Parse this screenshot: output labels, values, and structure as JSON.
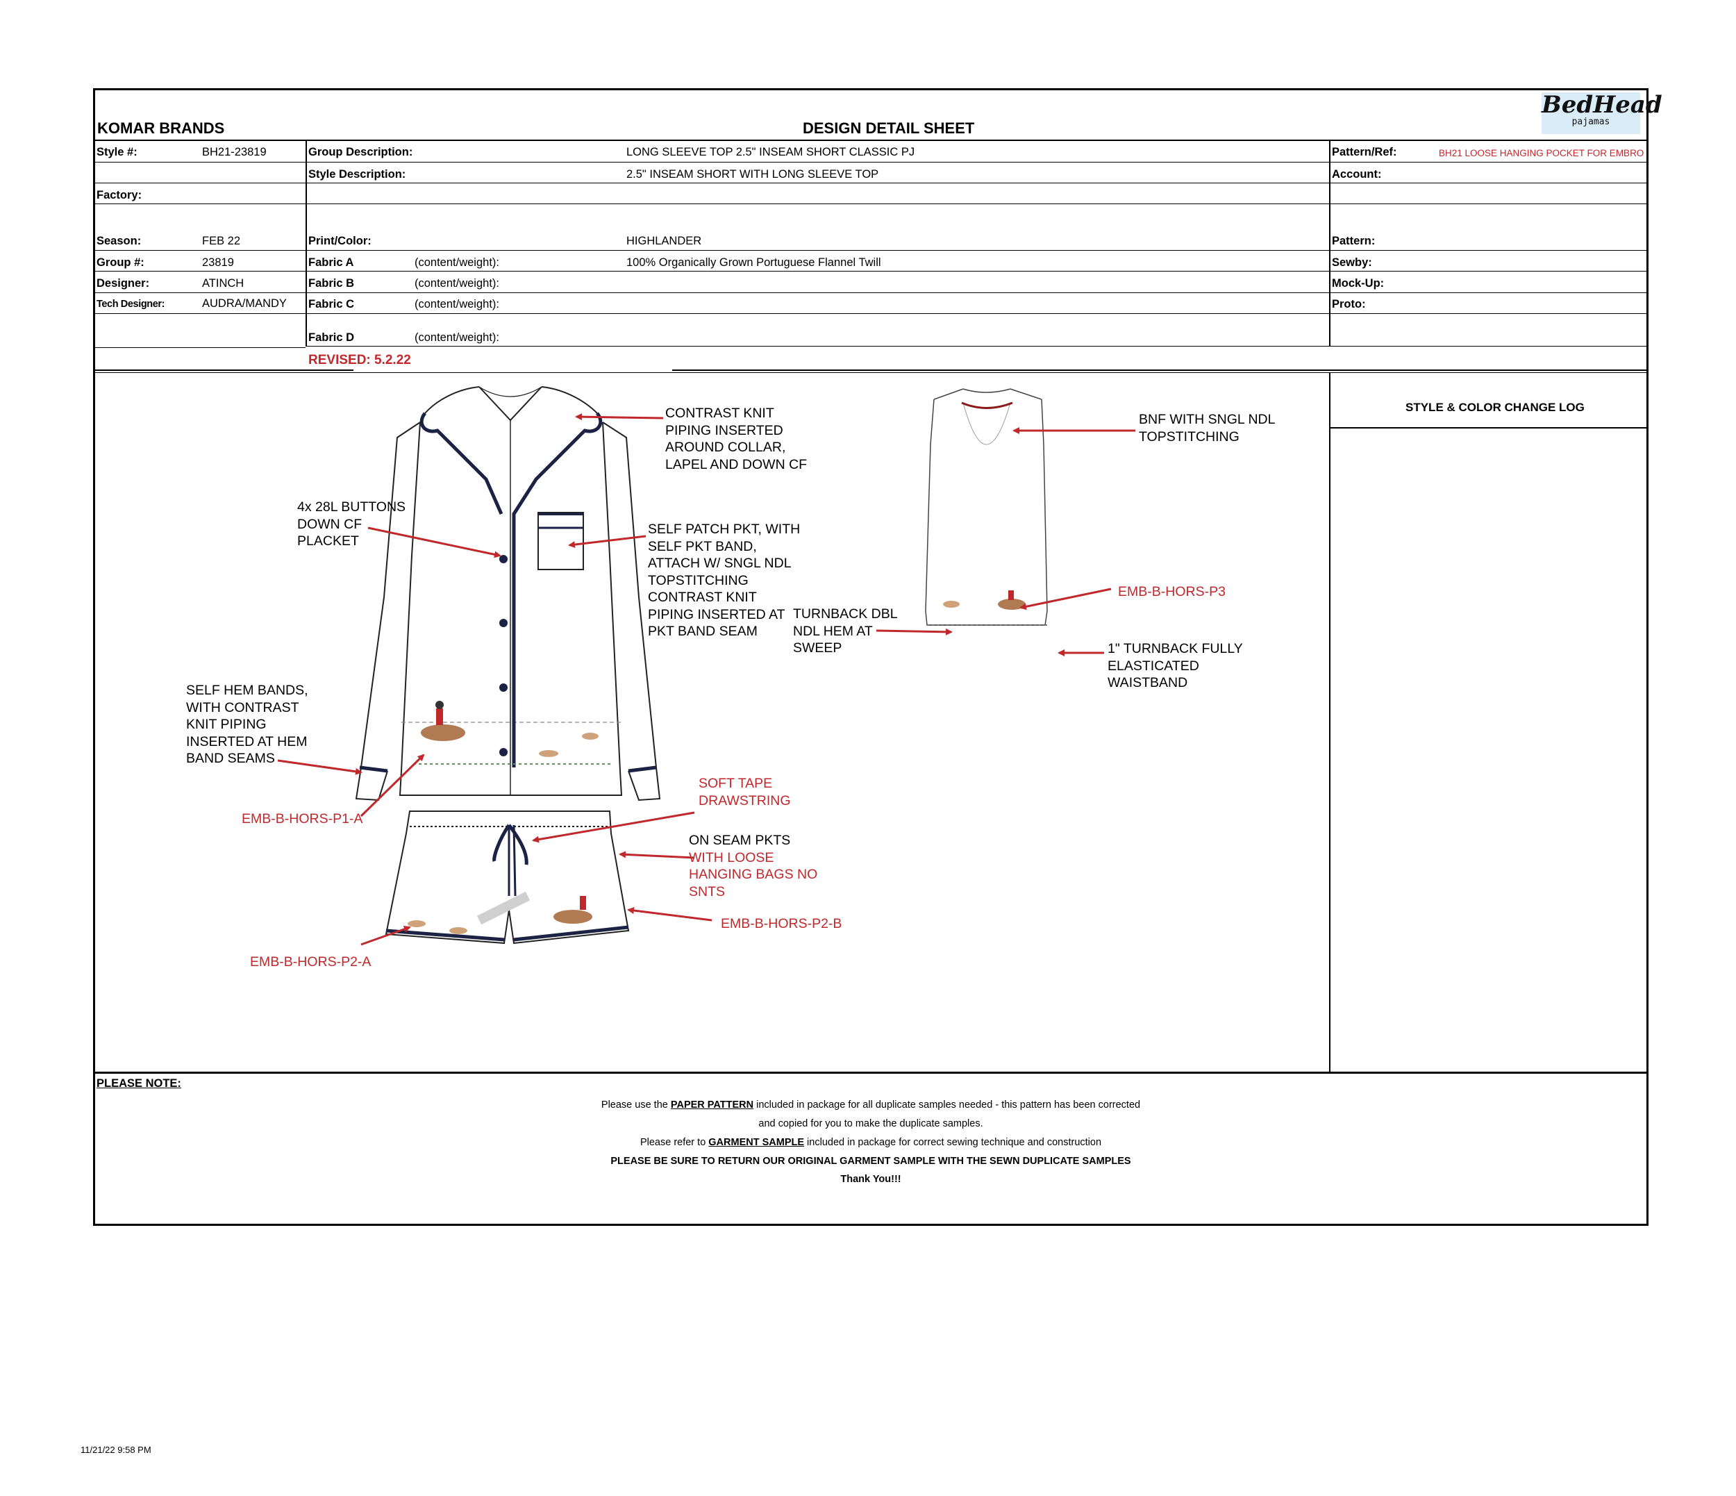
{
  "header": {
    "company": "KOMAR BRANDS",
    "title": "DESIGN DETAIL SHEET",
    "logo_text": "BedHead",
    "logo_sub": "pajamas"
  },
  "fields": {
    "style_label": "Style #:",
    "style_value": "BH21-23819",
    "group_desc_label": "Group Description:",
    "group_desc_value": "LONG SLEEVE TOP  2.5\" INSEAM SHORT CLASSIC PJ",
    "pattern_ref_label": "Pattern/Ref:",
    "pattern_ref_value": "BH21 LOOSE HANGING POCKET FOR EMBRO",
    "style_desc_label": "Style Description:",
    "style_desc_value": "2.5\" INSEAM SHORT WITH LONG SLEEVE TOP",
    "account_label": "Account:",
    "factory_label": "Factory:",
    "season_label": "Season:",
    "season_value": "FEB 22",
    "print_color_label": "Print/Color:",
    "print_color_value": "HIGHLANDER",
    "pattern_label": "Pattern:",
    "group_num_label": "Group #:",
    "group_num_value": "23819",
    "fabric_a_label": "Fabric A",
    "fabric_a_cw": "(content/weight):",
    "fabric_a_value": "100% Organically Grown Portuguese Flannel Twill",
    "sewby_label": "Sewby:",
    "designer_label": "Designer:",
    "designer_value": "ATINCH",
    "fabric_b_label": "Fabric B",
    "fabric_b_cw": "(content/weight):",
    "mockup_label": "Mock-Up:",
    "tech_designer_label": "Tech Designer:",
    "tech_designer_value": "AUDRA/MANDY",
    "fabric_c_label": "Fabric C",
    "fabric_c_cw": "(content/weight):",
    "proto_label": "Proto:",
    "fabric_d_label": "Fabric D",
    "fabric_d_cw": "(content/weight):",
    "revised": "REVISED: 5.2.22"
  },
  "change_log": {
    "title": "STYLE & COLOR CHANGE LOG"
  },
  "callouts": {
    "contrast_knit_collar": [
      "CONTRAST KNIT",
      "PIPING INSERTED",
      "AROUND COLLAR,",
      "LAPEL AND DOWN CF"
    ],
    "buttons": [
      "4x 28L BUTTONS",
      "DOWN CF",
      "PLACKET"
    ],
    "patch_pocket": [
      "SELF PATCH PKT, WITH",
      "SELF PKT BAND,",
      "ATTACH W/ SNGL NDL",
      "TOPSTITCHING",
      "CONTRAST KNIT",
      "PIPING INSERTED AT",
      "PKT BAND SEAM"
    ],
    "turnback_hem": [
      "TURNBACK DBL",
      "NDL HEM AT",
      "SWEEP"
    ],
    "bnf": [
      "BNF WITH SNGL NDL",
      "TOPSTITCHING"
    ],
    "emb_p3": "EMB-B-HORS-P3",
    "waistband": [
      "1\" TURNBACK FULLY",
      "ELASTICATED",
      "WAISTBAND"
    ],
    "hem_bands": [
      "SELF HEM BANDS,",
      "WITH CONTRAST",
      "KNIT PIPING",
      "INSERTED AT HEM",
      "BAND SEAMS"
    ],
    "emb_p1a": "EMB-B-HORS-P1-A",
    "drawstring": [
      "SOFT TAPE",
      "DRAWSTRING"
    ],
    "pockets_black": "ON SEAM PKTS",
    "pockets_red": [
      "WITH LOOSE",
      "HANGING BAGS NO",
      "SNTS"
    ],
    "emb_p2b": "EMB-B-HORS-P2-B",
    "emb_p2a": "EMB-B-HORS-P2-A"
  },
  "notes": {
    "heading": "PLEASE NOTE:",
    "line1_pre": "Please use the ",
    "line1_bold": "PAPER PATTERN",
    "line1_post": " included in package for all duplicate samples needed - this pattern has been corrected",
    "line2": "and copied for you to make the duplicate samples.",
    "line3_pre": "Please refer to ",
    "line3_bold": "GARMENT SAMPLE",
    "line3_post": "  included in package for correct sewing technique and construction",
    "line4": "PLEASE BE SURE TO RETURN OUR ORIGINAL GARMENT SAMPLE WITH THE SEWN DUPLICATE SAMPLES",
    "line5": "Thank You!!!"
  },
  "footer": {
    "timestamp": "11/21/22   9:58 PM"
  },
  "colors": {
    "callout_red": "#c0282c",
    "piping_navy": "#1b2244",
    "logo_bg": "#d9ecf7"
  }
}
